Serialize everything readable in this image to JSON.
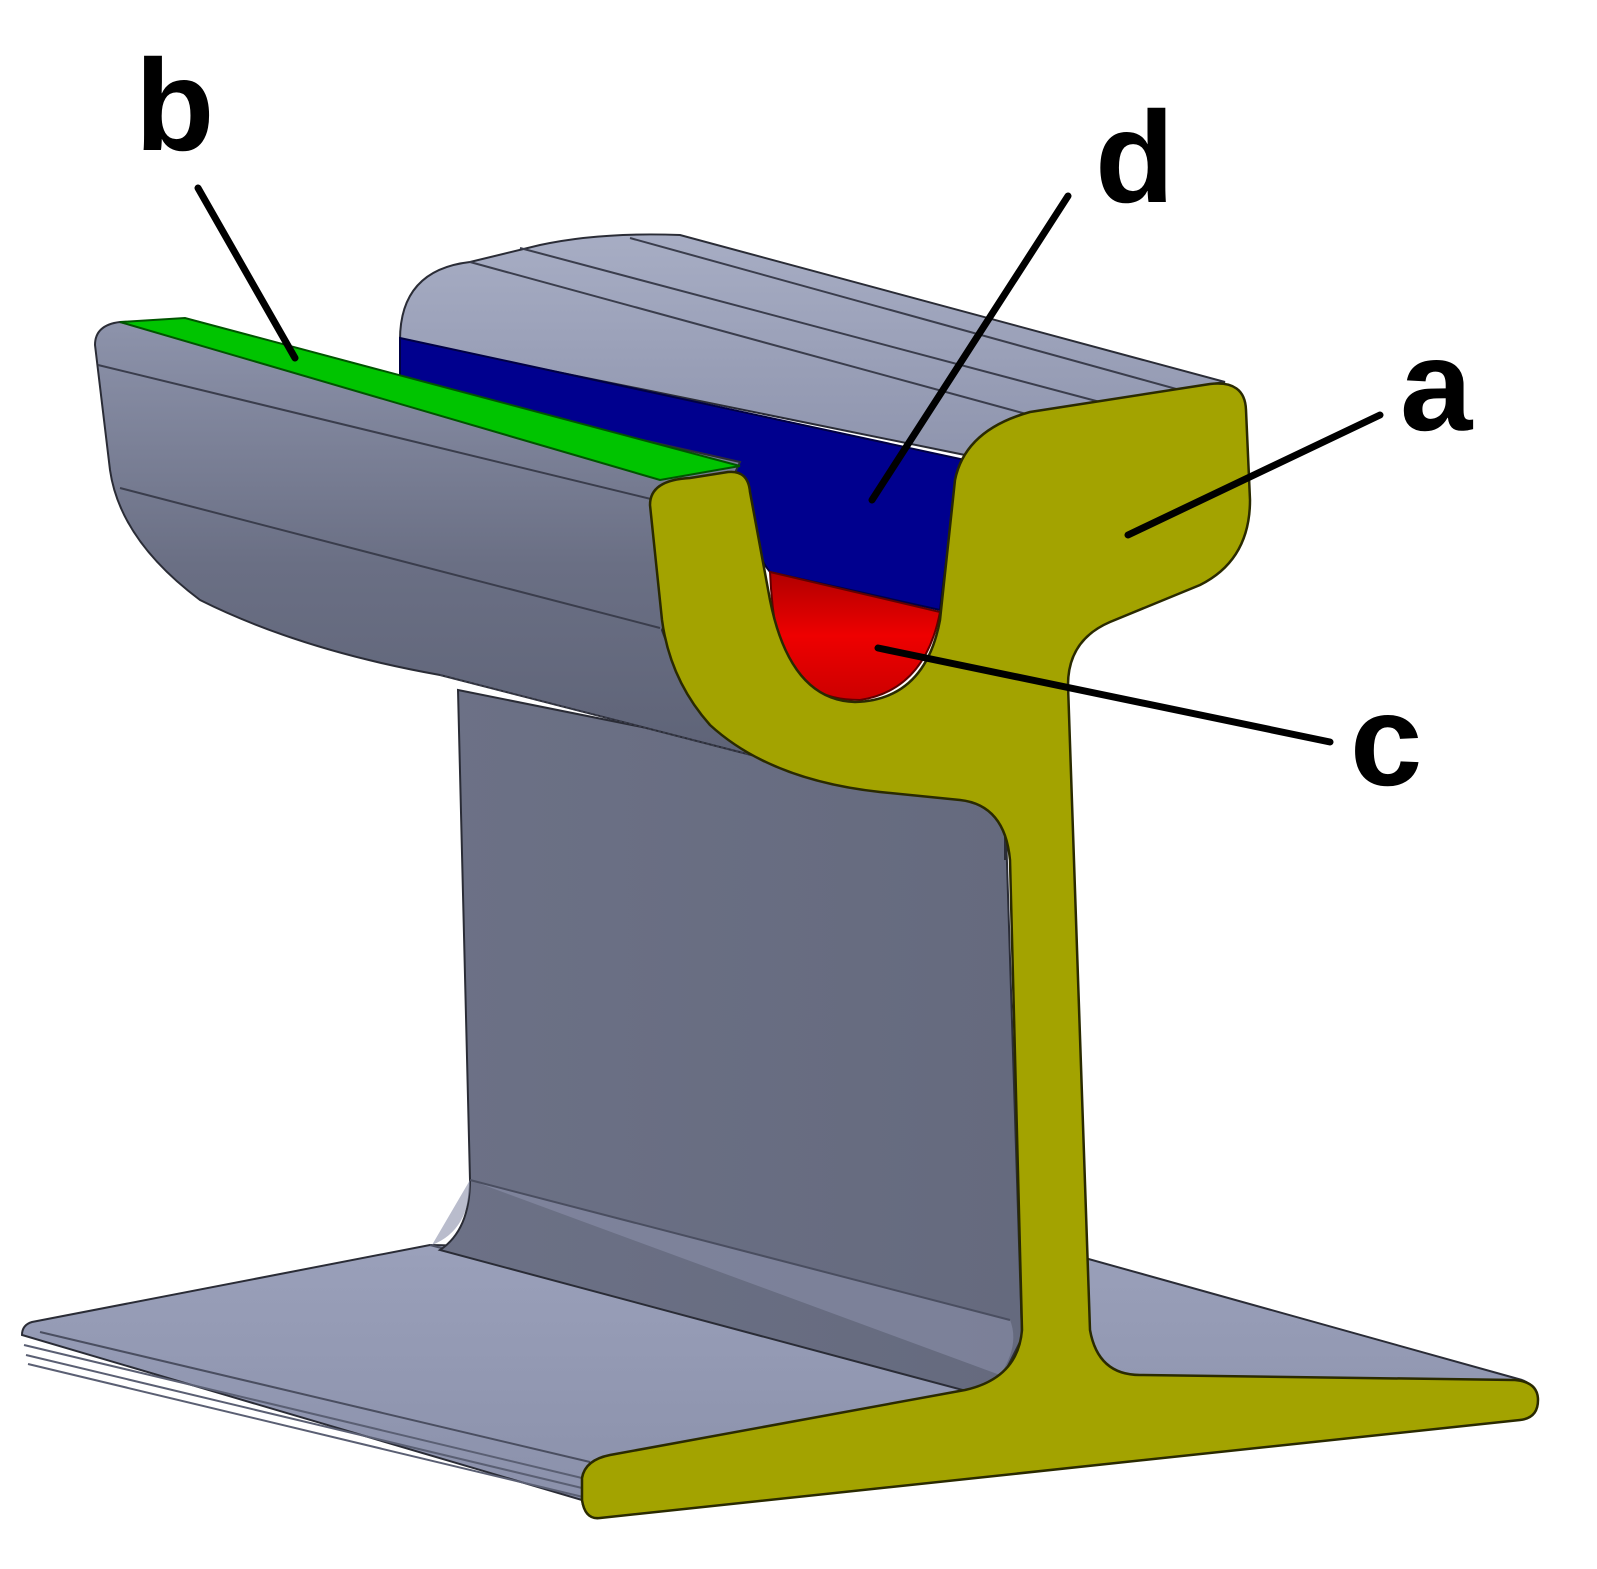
{
  "labels": {
    "a": "a",
    "b": "b",
    "c": "c",
    "d": "d"
  },
  "colors": {
    "section_fill": "#a3a300",
    "surface_gray": "#9097b0",
    "surface_dark": "#6a6f82",
    "zone_b": "#00c400",
    "zone_c": "#e30000",
    "zone_d": "#00008e",
    "leader_line": "#000000"
  }
}
